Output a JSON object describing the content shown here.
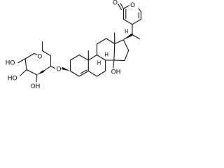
{
  "molecule": {
    "labels": {
      "ring_oxygen_pyranone": "O",
      "carbonyl_oxygen": "O",
      "glycosidic_oxygen": "O",
      "sugar_ring_oxygen": "O",
      "oh_c14": "OH",
      "oh_c4_sugar": "HO",
      "oh_c3_sugar": "HO",
      "oh_c2_sugar": "OH",
      "h_c8": "H",
      "h_c9": "H",
      "h_c17": "H"
    }
  }
}
